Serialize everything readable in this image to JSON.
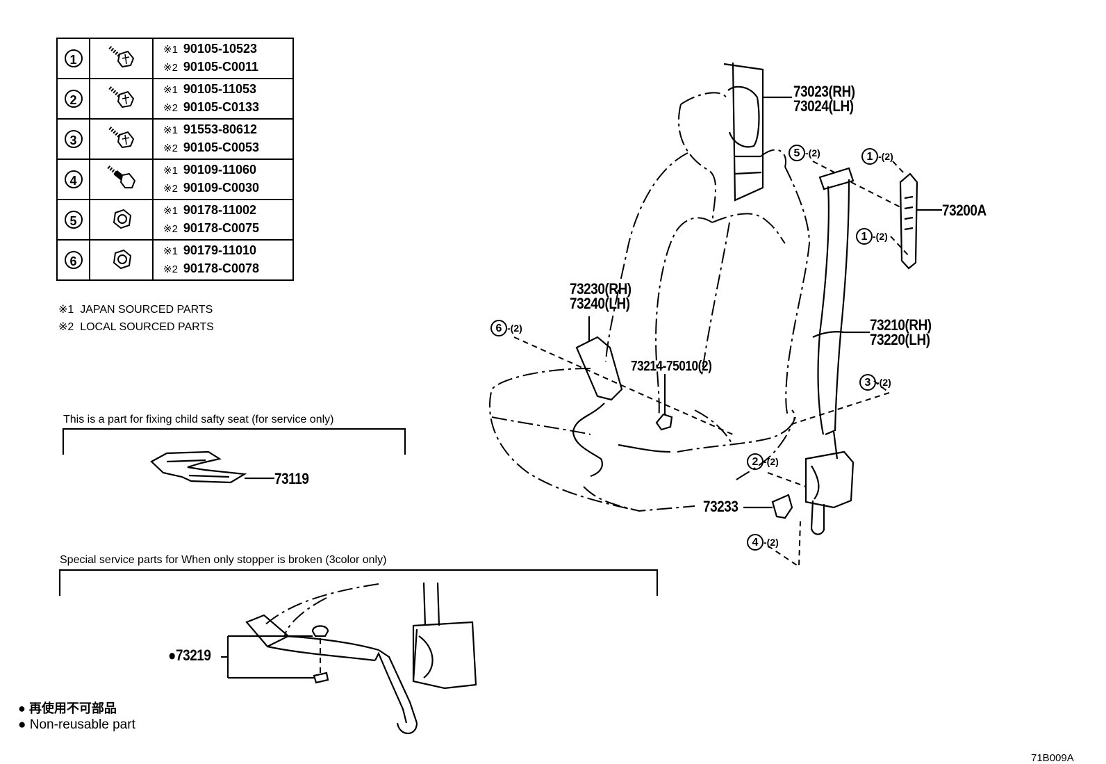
{
  "fastener_table": [
    {
      "ref": "1",
      "icon": "bolt-icon",
      "japan": "90105-10523",
      "local": "90105-C0011"
    },
    {
      "ref": "2",
      "icon": "bolt-icon",
      "japan": "90105-11053",
      "local": "90105-C0133"
    },
    {
      "ref": "3",
      "icon": "bolt-icon",
      "japan": "91553-80612",
      "local": "90105-C0053"
    },
    {
      "ref": "4",
      "icon": "shoulder-bolt-icon",
      "japan": "90109-11060",
      "local": "90109-C0030"
    },
    {
      "ref": "5",
      "icon": "nut-icon",
      "japan": "90178-11002",
      "local": "90178-C0075"
    },
    {
      "ref": "6",
      "icon": "nut-icon",
      "japan": "90179-11010",
      "local": "90178-C0078"
    }
  ],
  "marks": {
    "japan": "※1",
    "local": "※2"
  },
  "notes": {
    "japan": "JAPAN SOURCED PARTS",
    "local": "LOCAL SOURCED PARTS"
  },
  "child_seat_section": {
    "caption": "This is a part for fixing child safty seat  (for service only)",
    "part": "73119"
  },
  "stopper_section": {
    "caption": "Special service parts for When only stopper is broken (3color only)",
    "part": "73219"
  },
  "legend": {
    "jp": "再使用不可部品",
    "en": "Non-reusable part"
  },
  "callouts": {
    "p73023": "73023(RH)",
    "p73024": "73024(LH)",
    "p73200A": "73200A",
    "p73230": "73230(RH)",
    "p73240": "73240(LH)",
    "p73210": "73210(RH)",
    "p73220": "73220(LH)",
    "p73214": "73214-75010(2)",
    "p73233": "73233"
  },
  "ref_callouts": [
    {
      "ref": "5",
      "qty": "-(2)"
    },
    {
      "ref": "1",
      "qty": "-(2)"
    },
    {
      "ref": "1",
      "qty": "-(2)"
    },
    {
      "ref": "6",
      "qty": "-(2)"
    },
    {
      "ref": "3",
      "qty": "-(2)"
    },
    {
      "ref": "2",
      "qty": "-(2)"
    },
    {
      "ref": "4",
      "qty": "-(2)"
    }
  ],
  "bullet": "●",
  "diagram_code": "71B009A"
}
